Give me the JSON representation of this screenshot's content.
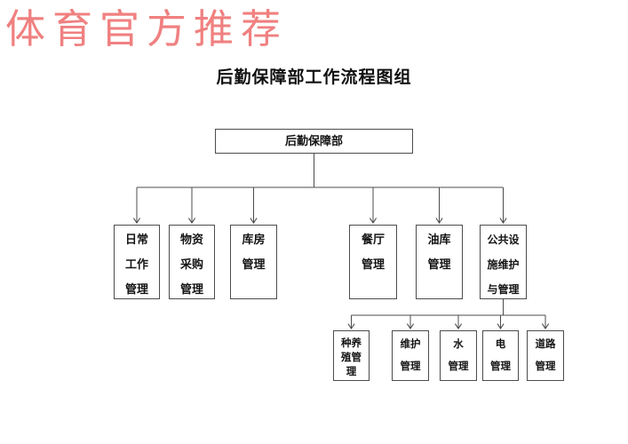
{
  "watermark": {
    "text": "体育官方推荐"
  },
  "title": "后勤保障部工作流程图组",
  "orgchart": {
    "root": {
      "label": "后勤保障部"
    },
    "level2": [
      {
        "label": "日常\n工作\n管理"
      },
      {
        "label": "物资\n采购\n管理"
      },
      {
        "label": "库房\n管理"
      },
      {
        "label": "餐厅\n管理"
      },
      {
        "label": "油库\n管理"
      },
      {
        "label": "公共设\n施维护\n与管理"
      }
    ],
    "level3": [
      {
        "label": "种养\n殖管\n理"
      },
      {
        "label": "维护\n管理"
      },
      {
        "label": "水\n管理"
      },
      {
        "label": "电\n管理"
      },
      {
        "label": "道路\n管理"
      }
    ]
  },
  "colors": {
    "line": "#4c4c4c",
    "border": "#4c4c4c",
    "text": "#141414",
    "watermark": "#f08080",
    "background": "#ffffff"
  }
}
